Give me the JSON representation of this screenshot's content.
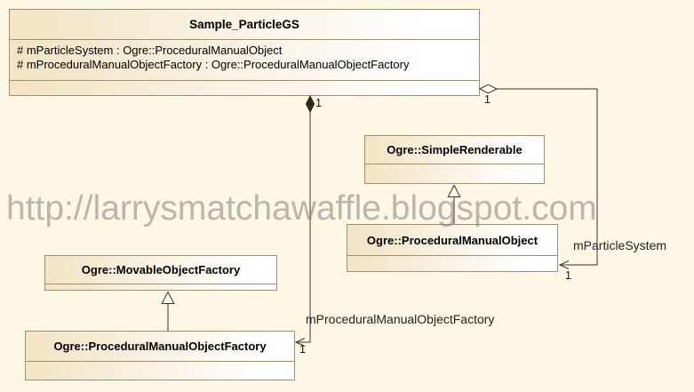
{
  "diagram": {
    "watermark": "http://larrysmatchawaffle.blogspot.com",
    "classes": [
      {
        "name": "Sample_ParticleGS",
        "attributes": [
          "# mParticleSystem : Ogre::ProceduralManualObject",
          "# mProceduralManualObjectFactory : Ogre::ProceduralManualObjectFactory"
        ]
      },
      {
        "name": "Ogre::SimpleRenderable",
        "attributes": []
      },
      {
        "name": "Ogre::ProceduralManualObject",
        "attributes": []
      },
      {
        "name": "Ogre::MovableObjectFactory",
        "attributes": []
      },
      {
        "name": "Ogre::ProceduralManualObjectFactory",
        "attributes": []
      }
    ],
    "relationships": [
      {
        "type": "aggregation-shared",
        "diamond": "hollow",
        "label": "mParticleSystem",
        "owner": "Sample_ParticleGS",
        "target": "Ogre::ProceduralManualObject",
        "mult_owner": "1",
        "mult_target": "1"
      },
      {
        "type": "aggregation-composite",
        "diamond": "filled",
        "label": "mProceduralManualObjectFactory",
        "owner": "Sample_ParticleGS",
        "target": "Ogre::ProceduralManualObjectFactory",
        "mult_owner": "1",
        "mult_target": "1"
      },
      {
        "type": "generalization",
        "from": "Ogre::ProceduralManualObject",
        "to": "Ogre::SimpleRenderable"
      },
      {
        "type": "generalization",
        "from": "Ogre::ProceduralManualObjectFactory",
        "to": "Ogre::MovableObjectFactory"
      }
    ],
    "colors": {
      "background": "#fcf8e5",
      "box_border": "#9e9173",
      "box_fill_left": "#f2e4c4",
      "box_fill_right": "#ffffff",
      "line": "#3a3322",
      "watermark_gray": "#bdbbb2"
    }
  }
}
